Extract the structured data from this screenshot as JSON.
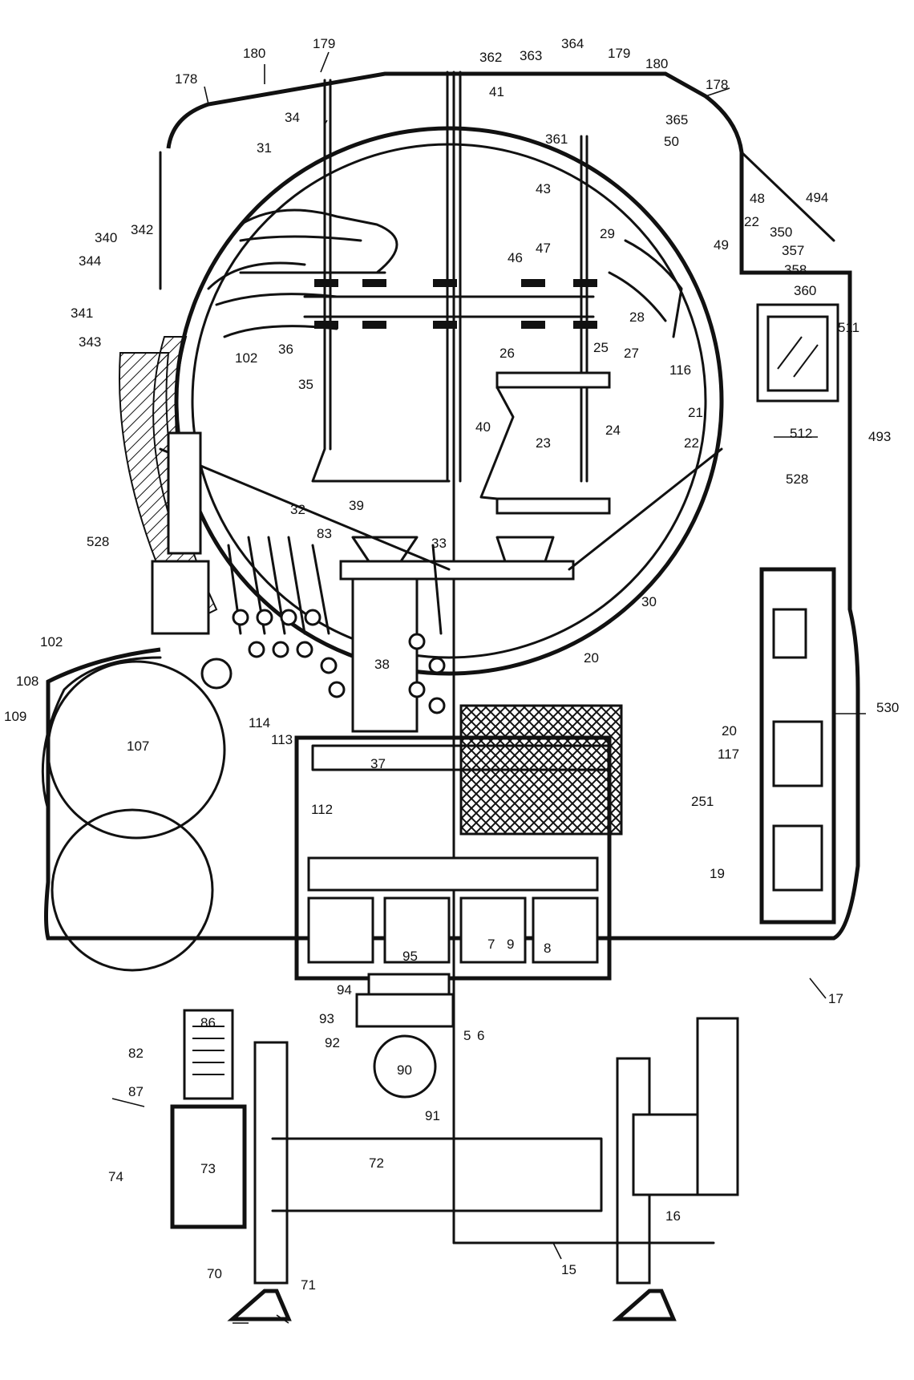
{
  "labels": [
    {
      "id": "l180a",
      "text": "180"
    },
    {
      "id": "l179a",
      "text": "179"
    },
    {
      "id": "l178a",
      "text": "178"
    },
    {
      "id": "l362",
      "text": "362"
    },
    {
      "id": "l363",
      "text": "363"
    },
    {
      "id": "l364",
      "text": "364"
    },
    {
      "id": "l179b",
      "text": "179"
    },
    {
      "id": "l180b",
      "text": "180"
    },
    {
      "id": "l178b",
      "text": "178"
    },
    {
      "id": "l34",
      "text": "34"
    },
    {
      "id": "l41",
      "text": "41"
    },
    {
      "id": "l365",
      "text": "365"
    },
    {
      "id": "l361",
      "text": "361"
    },
    {
      "id": "l31",
      "text": "31"
    },
    {
      "id": "l50",
      "text": "50"
    },
    {
      "id": "l43",
      "text": "43"
    },
    {
      "id": "l48",
      "text": "48"
    },
    {
      "id": "l494",
      "text": "494"
    },
    {
      "id": "l340",
      "text": "340"
    },
    {
      "id": "l342",
      "text": "342"
    },
    {
      "id": "l47",
      "text": "47"
    },
    {
      "id": "l29",
      "text": "29"
    },
    {
      "id": "l22a",
      "text": "22"
    },
    {
      "id": "l350",
      "text": "350"
    },
    {
      "id": "l49",
      "text": "49"
    },
    {
      "id": "l344",
      "text": "344"
    },
    {
      "id": "l46",
      "text": "46"
    },
    {
      "id": "l357",
      "text": "357"
    },
    {
      "id": "l358",
      "text": "358"
    },
    {
      "id": "l360",
      "text": "360"
    },
    {
      "id": "l341",
      "text": "341"
    },
    {
      "id": "l28",
      "text": "28"
    },
    {
      "id": "l343",
      "text": "343"
    },
    {
      "id": "l511",
      "text": "511"
    },
    {
      "id": "l36",
      "text": "36"
    },
    {
      "id": "l102a",
      "text": "102"
    },
    {
      "id": "l26",
      "text": "26"
    },
    {
      "id": "l25",
      "text": "25"
    },
    {
      "id": "l27",
      "text": "27"
    },
    {
      "id": "l116",
      "text": "116"
    },
    {
      "id": "l35",
      "text": "35"
    },
    {
      "id": "l21",
      "text": "21"
    },
    {
      "id": "l40",
      "text": "40"
    },
    {
      "id": "l24",
      "text": "24"
    },
    {
      "id": "l512",
      "text": "512"
    },
    {
      "id": "l23",
      "text": "23"
    },
    {
      "id": "l22b",
      "text": "22"
    },
    {
      "id": "l493",
      "text": "493"
    },
    {
      "id": "l528a",
      "text": "528"
    },
    {
      "id": "l39",
      "text": "39"
    },
    {
      "id": "l32",
      "text": "32"
    },
    {
      "id": "l83",
      "text": "83"
    },
    {
      "id": "l528b",
      "text": "528"
    },
    {
      "id": "l33",
      "text": "33"
    },
    {
      "id": "l30",
      "text": "30"
    },
    {
      "id": "l102b",
      "text": "102"
    },
    {
      "id": "l38",
      "text": "38"
    },
    {
      "id": "l20a",
      "text": "20"
    },
    {
      "id": "l108",
      "text": "108"
    },
    {
      "id": "l530",
      "text": "530"
    },
    {
      "id": "l109",
      "text": "109"
    },
    {
      "id": "l114",
      "text": "114"
    },
    {
      "id": "l20b",
      "text": "20"
    },
    {
      "id": "l113",
      "text": "113"
    },
    {
      "id": "l107",
      "text": "107"
    },
    {
      "id": "l117",
      "text": "117"
    },
    {
      "id": "l37",
      "text": "37"
    },
    {
      "id": "l251",
      "text": "251"
    },
    {
      "id": "l112",
      "text": "112"
    },
    {
      "id": "l19",
      "text": "19"
    },
    {
      "id": "l7",
      "text": "7"
    },
    {
      "id": "l9",
      "text": "9"
    },
    {
      "id": "l8",
      "text": "8"
    },
    {
      "id": "l95",
      "text": "95"
    },
    {
      "id": "l17",
      "text": "17"
    },
    {
      "id": "l94",
      "text": "94"
    },
    {
      "id": "l93",
      "text": "93"
    },
    {
      "id": "l5",
      "text": "5"
    },
    {
      "id": "l6",
      "text": "6"
    },
    {
      "id": "l82",
      "text": "82"
    },
    {
      "id": "l86",
      "text": "86"
    },
    {
      "id": "l92",
      "text": "92"
    },
    {
      "id": "l90",
      "text": "90"
    },
    {
      "id": "l87",
      "text": "87"
    },
    {
      "id": "l91",
      "text": "91"
    },
    {
      "id": "l73",
      "text": "73"
    },
    {
      "id": "l72",
      "text": "72"
    },
    {
      "id": "l74",
      "text": "74"
    },
    {
      "id": "l16",
      "text": "16"
    },
    {
      "id": "l15",
      "text": "15"
    },
    {
      "id": "l70",
      "text": "70"
    },
    {
      "id": "l71",
      "text": "71"
    }
  ]
}
